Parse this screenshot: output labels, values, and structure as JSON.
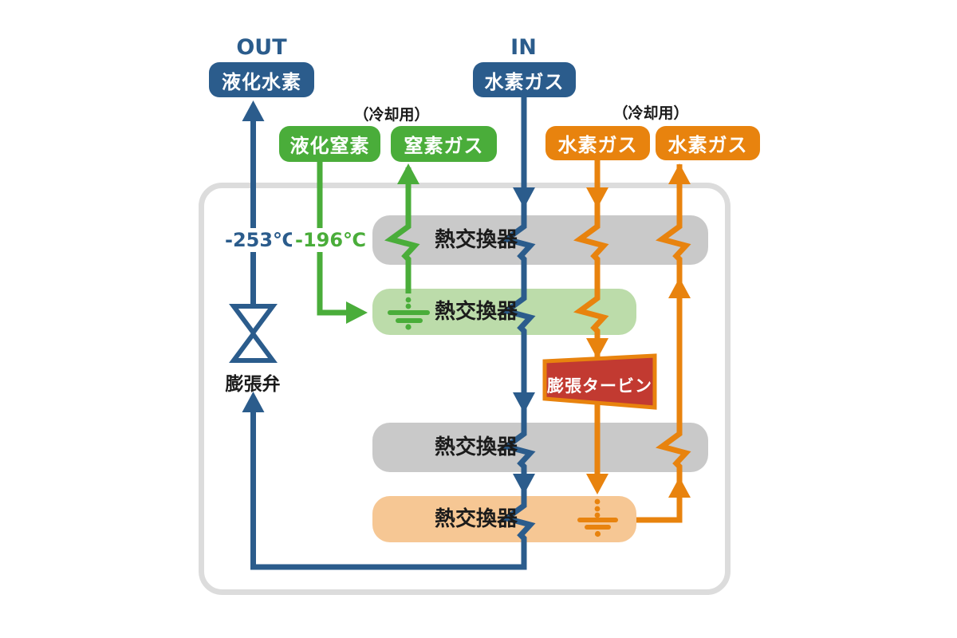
{
  "title": "水素液化プロセスフロー図",
  "labels": {
    "out": "OUT",
    "in": "IN",
    "cooling_left": "（冷却用）",
    "cooling_right": "（冷却用）",
    "temp_hydrogen": "-253℃",
    "temp_nitrogen": "-196℃",
    "expansion_valve": "膨張弁",
    "expansion_turbine": "膨張タービン"
  },
  "boxes": {
    "liquefied_hydrogen": "液化水素",
    "hydrogen_gas_in": "水素ガス",
    "liquefied_nitrogen": "液化窒素",
    "nitrogen_gas": "窒素ガス",
    "hydrogen_gas_cooling_down": "水素ガス",
    "hydrogen_gas_cooling_return": "水素ガス"
  },
  "heat_exchangers": [
    "熱交換器",
    "熱交換器",
    "熱交換器",
    "熱交換器"
  ],
  "colors": {
    "hydrogen_blue": "#2b5c8c",
    "nitrogen_green": "#4aad3a",
    "cooling_orange": "#e8830e",
    "turbine_red": "#c23a31",
    "exchanger_gray": "#c9c9c9",
    "exchanger_light_green": "#bcdcaa",
    "exchanger_light_orange": "#f6c794",
    "enclosure_border": "#dcdcdc",
    "text_dark": "#1a1a1a"
  }
}
